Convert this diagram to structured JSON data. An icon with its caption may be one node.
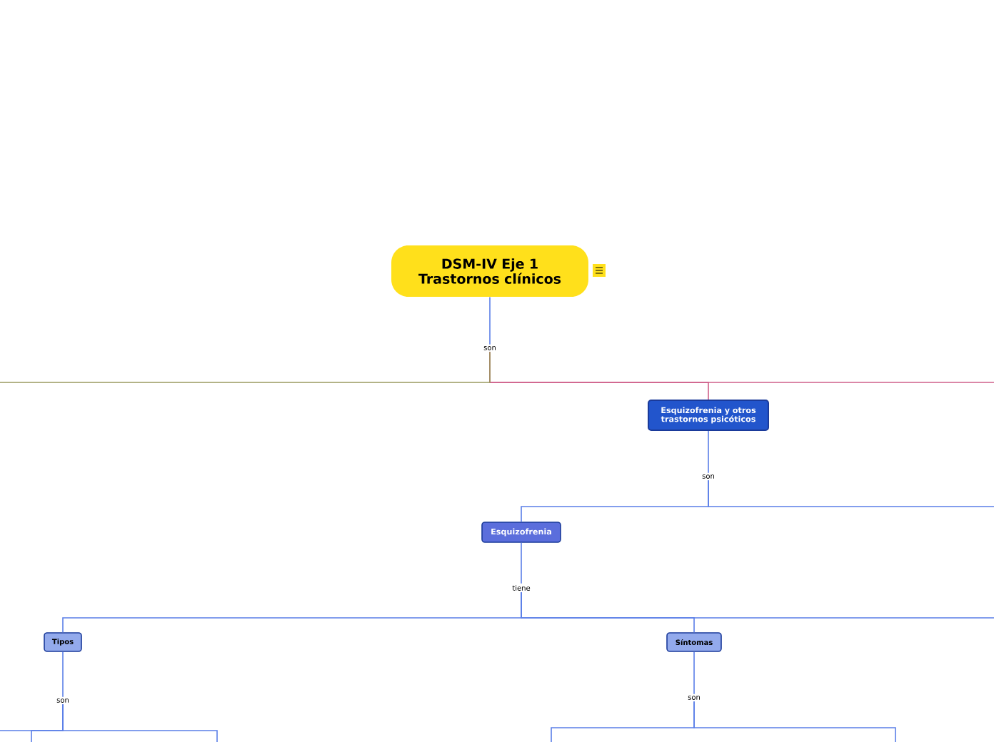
{
  "diagram": {
    "nodes": [
      {
        "text": [
          "DSM-IV Eje 1 Trastornos clínicos"
        ]
      },
      {
        "text": [
          "son"
        ]
      },
      {
        "text": [
          "Esquizofrenia y otros trastornos psicóticos"
        ]
      },
      {
        "text": [
          "son"
        ]
      },
      {
        "text": [
          "Esquizofrenia"
        ]
      },
      {
        "text": [
          "tiene"
        ]
      },
      {
        "text": [
          "Tipos"
        ]
      },
      {
        "text": [
          "Síntomas"
        ]
      },
      {
        "text": [
          "son"
        ]
      },
      {
        "text": [
          "son"
        ]
      }
    ],
    "edges": [
      {
        "from": 0,
        "to": 1,
        "arrow": "none"
      },
      {
        "from": 1,
        "to": 2,
        "arrow": "none",
        "color": "#d0608a"
      },
      {
        "from": 1,
        "to": null,
        "arrow": "none",
        "color": "#d0608a"
      },
      {
        "from": 1,
        "to": null,
        "arrow": "none",
        "color": "#9a9a60"
      },
      {
        "from": 2,
        "to": 3,
        "arrow": "none"
      },
      {
        "from": 3,
        "to": 4,
        "arrow": "none"
      },
      {
        "from": 3,
        "to": null,
        "arrow": "none"
      },
      {
        "from": 4,
        "to": 5,
        "arrow": "none"
      },
      {
        "from": 5,
        "to": 6,
        "arrow": "none"
      },
      {
        "from": 5,
        "to": 7,
        "arrow": "none"
      },
      {
        "from": 5,
        "to": null,
        "arrow": "none"
      },
      {
        "from": 6,
        "to": 8,
        "arrow": "none"
      },
      {
        "from": 7,
        "to": 9,
        "arrow": "none"
      },
      {
        "from": 8,
        "to": null,
        "arrow": "none"
      },
      {
        "from": 8,
        "to": null,
        "arrow": "none"
      },
      {
        "from": 8,
        "to": null,
        "arrow": "none"
      },
      {
        "from": 9,
        "to": null,
        "arrow": "none"
      },
      {
        "from": 9,
        "to": null,
        "arrow": "none"
      }
    ]
  }
}
